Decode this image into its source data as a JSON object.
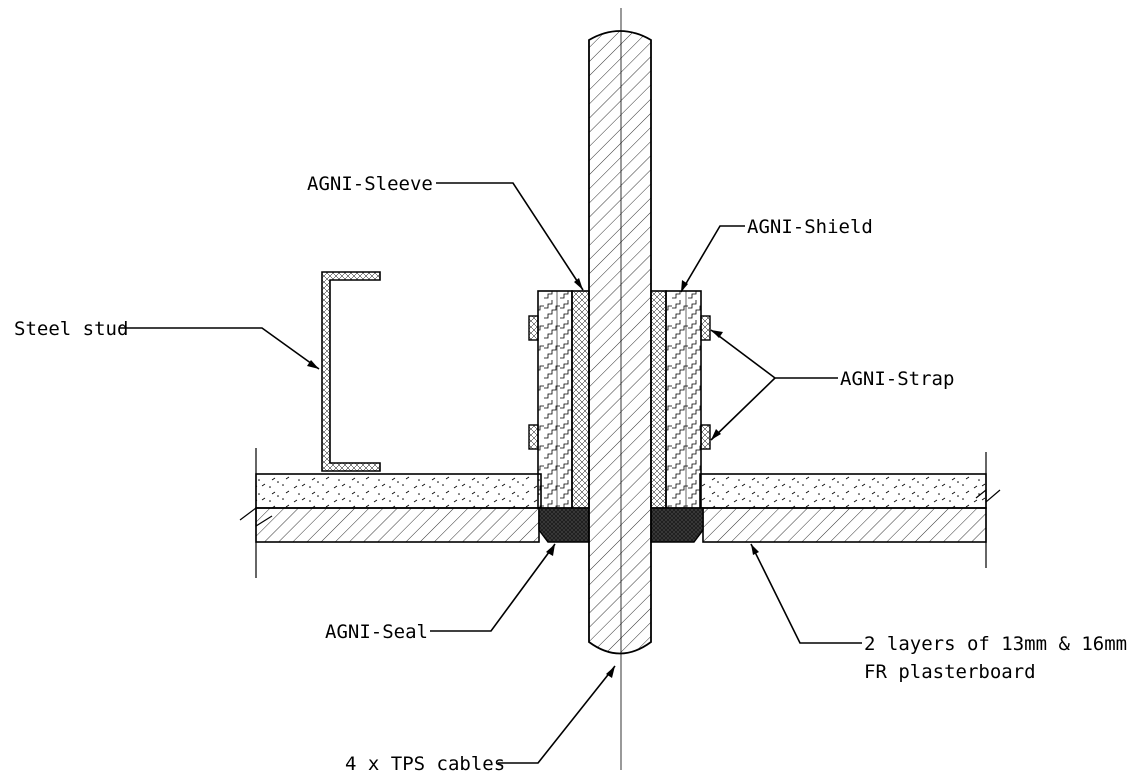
{
  "labels": {
    "sleeve": "AGNI-Sleeve",
    "shield": "AGNI-Shield",
    "stud": "Steel stud",
    "strap": "AGNI-Strap",
    "seal": "AGNI-Seal",
    "board_line1": "2 layers of 13mm & 16mm",
    "board_line2": "FR plasterboard",
    "cables": "4 x TPS cables"
  },
  "colors": {
    "line": "#000000",
    "background": "#ffffff",
    "seal_fill": "#3a3a3a"
  }
}
